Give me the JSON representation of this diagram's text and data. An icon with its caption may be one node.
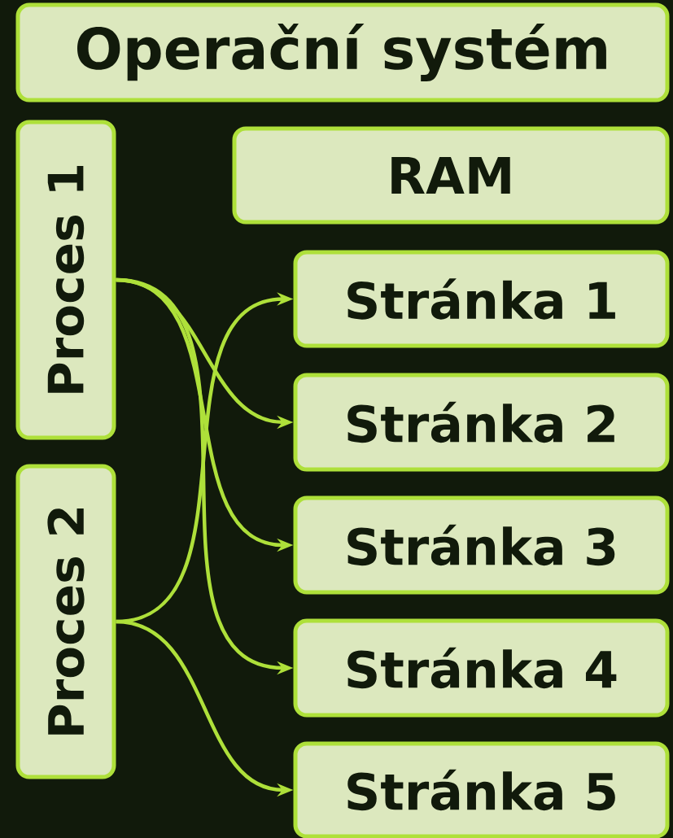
{
  "diagram": {
    "nodes": [
      {
        "text": [
          "Operační systém"
        ]
      },
      {
        "text": [
          "Proces 1"
        ]
      },
      {
        "text": [
          "Proces 2"
        ]
      },
      {
        "text": [
          "RAM"
        ]
      },
      {
        "text": [
          "Stránka 1"
        ]
      },
      {
        "text": [
          "Stránka 2"
        ]
      },
      {
        "text": [
          "Stránka 3"
        ]
      },
      {
        "text": [
          "Stránka 4"
        ]
      },
      {
        "text": [
          "Stránka 5"
        ]
      }
    ],
    "edges": [
      {
        "from": 1,
        "to": 5,
        "arrow": "to"
      },
      {
        "from": 1,
        "to": 6,
        "arrow": "to"
      },
      {
        "from": 1,
        "to": 7,
        "arrow": "to"
      },
      {
        "from": 2,
        "to": 4,
        "arrow": "to"
      },
      {
        "from": 2,
        "to": 8,
        "arrow": "to"
      }
    ]
  }
}
